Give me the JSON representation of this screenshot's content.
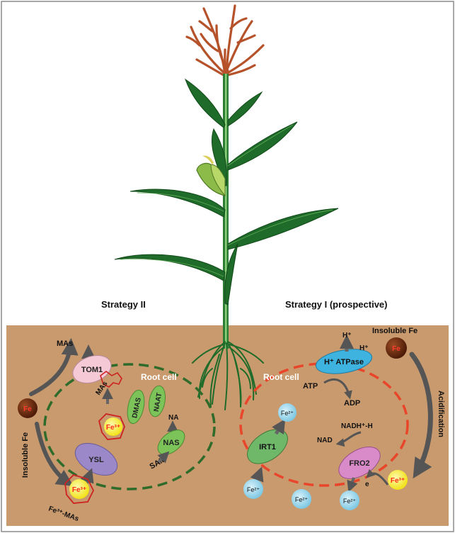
{
  "headings": {
    "strategy_ii": "Strategy II",
    "strategy_i": "Strategy I  (prospective)"
  },
  "strategy_ii": {
    "root_cell": "Root cell",
    "tom1": "TOM1",
    "mas_out": "MAs",
    "mas_inner": "MAs",
    "dmas": "DMAS",
    "naat": "NAAT",
    "na": "NA",
    "nas": "NAS",
    "sam": "SAM",
    "ysl": "YSL",
    "fe3_inside": "Fe³⁺",
    "fe3_outside": "Fe³⁺",
    "complex_label": "Fe³⁺-MAs",
    "insoluble_fe": "Insoluble Fe",
    "fe_ball": "Fe"
  },
  "strategy_i": {
    "root_cell": "Root cell",
    "atpase": "H⁺ ATPase",
    "h_plus_1": "H⁺",
    "h_plus_2": "H⁺",
    "atp": "ATP",
    "adp": "ADP",
    "nadh": "NADH⁺-H",
    "nad": "NAD",
    "fro2": "FRO2",
    "electron": "e",
    "irt1": "IRT1",
    "fe2_in": "Fe²⁺",
    "fe2_out_1": "Fe²⁺",
    "fe2_out_2": "Fe²⁺",
    "fe2_out_3": "Fe²⁺",
    "fe3": "Fe³⁺",
    "insoluble_fe": "Insoluble Fe",
    "fe_ball": "Fe",
    "acidification": "Acidification"
  },
  "colors": {
    "soil": "#c99a6e",
    "frame": "#7a7a7a",
    "leaf": "#1f6b2a",
    "leaf_light": "#3f8f3a",
    "tassel": "#b5522a",
    "root_cell_ii": "#2f6b2b",
    "root_cell_i": "#e8452a",
    "tom1": "#f5c9d6",
    "ysl": "#9a88c8",
    "enzyme_green": "#7cc45a",
    "atpase": "#3fb3e0",
    "fro2": "#d98ac8",
    "irt1": "#6fb86a",
    "fe2_ball": "#8fd0e8",
    "fe3_ball": "#f7ec2a",
    "fe_ball": "#6b2a10",
    "ma_ring": "#cc2222"
  },
  "icons": [
    "corn-plant",
    "fe-ball",
    "ma-chelate-ring",
    "curved-arrow"
  ]
}
